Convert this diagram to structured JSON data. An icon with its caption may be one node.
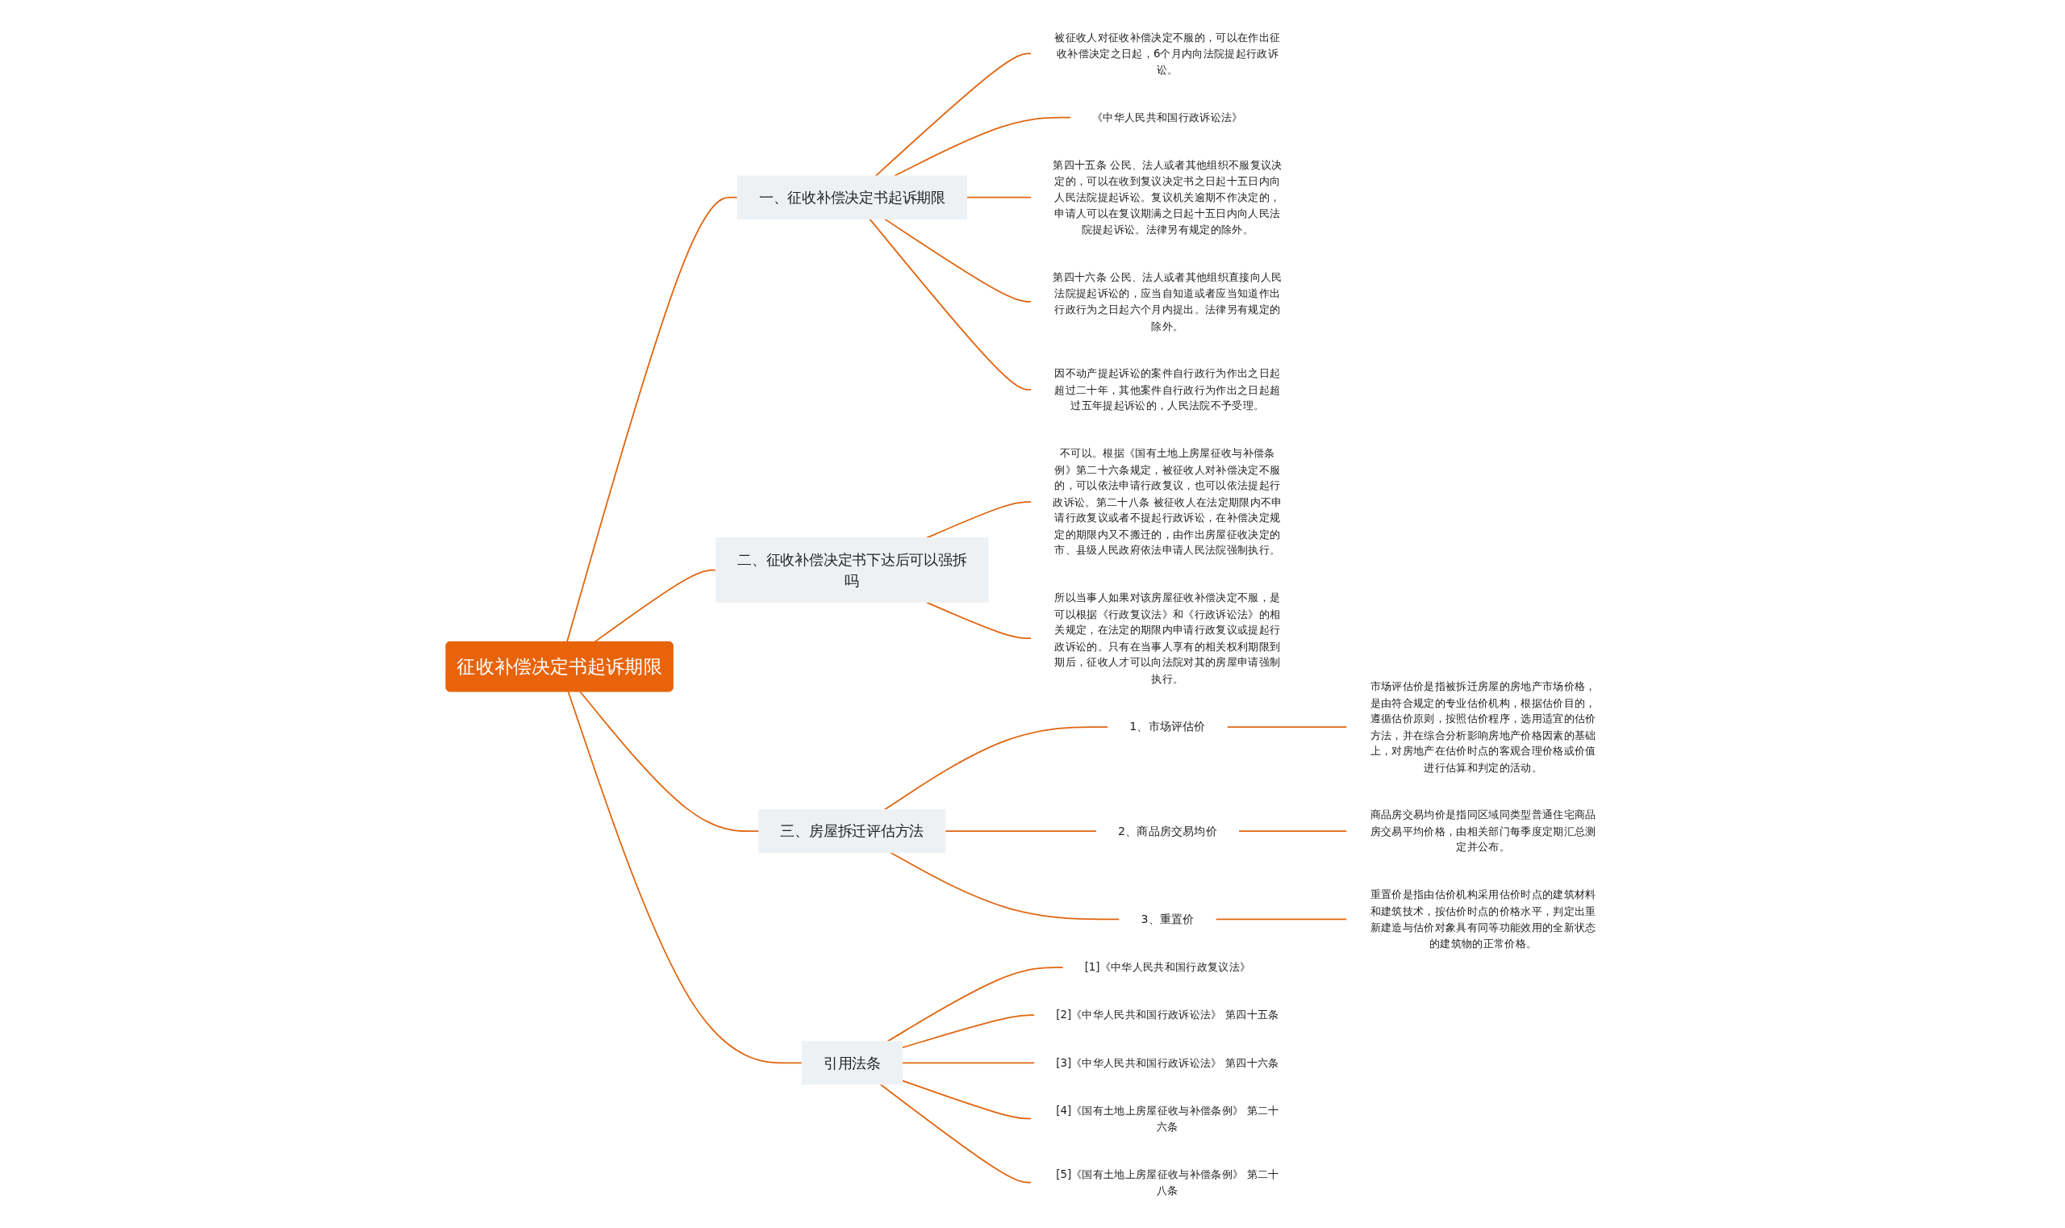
{
  "diagram": {
    "nodes": [
      {
        "text": [
          "征收补偿决定书起诉期限"
        ]
      },
      {
        "text": [
          "一、征收补偿决定书起诉期限"
        ]
      },
      {
        "text": [
          "被征收人对征收补偿决定不服的，可以在作出征收补偿决定之日起，6个月内向法院提起行政诉讼。"
        ]
      },
      {
        "text": [
          "《中华人民共和国行政诉讼法》"
        ]
      },
      {
        "text": [
          "第四十五条 公民、法人或者其他组织不服复议决定的，可以在收到复议决定书之日起十五日内向人民法院提起诉讼。复议机关逾期不作决定的，申请人可以在复议期满之日起十五日内向人民法院提起诉讼。法律另有规定的除外。"
        ]
      },
      {
        "text": [
          "第四十六条 公民、法人或者其他组织直接向人民法院提起诉讼的，应当自知道或者应当知道作出行政行为之日起六个月内提出。法律另有规定的除外。"
        ]
      },
      {
        "text": [
          "因不动产提起诉讼的案件自行政行为作出之日起超过二十年，其他案件自行政行为作出之日起超过五年提起诉讼的，人民法院不予受理。"
        ]
      },
      {
        "text": [
          "二、征收补偿决定书下达后可以强拆吗"
        ]
      },
      {
        "text": [
          "不可以。根据《国有土地上房屋征收与补偿条例》第二十六条规定，被征收人对补偿决定不服的，可以依法申请行政复议，也可以依法提起行政诉讼。第二十八条 被征收人在法定期限内不申请行政复议或者不提起行政诉讼，在补偿决定规定的期限内又不搬迁的，由作出房屋征收决定的市、县级人民政府依法申请人民法院强制执行。"
        ]
      },
      {
        "text": [
          "所以当事人如果对该房屋征收补偿决定不服，是可以根据《行政复议法》和《行政诉讼法》的相关规定，在法定的期限内申请行政复议或提起行政诉讼的。只有在当事人享有的相关权利期限到期后，征收人才可以向法院对其的房屋申请强制执行。"
        ]
      },
      {
        "text": [
          "三、房屋拆迁评估方法"
        ]
      },
      {
        "text": [
          "1、市场评估价"
        ]
      },
      {
        "text": [
          "市场评估价是指被拆迁房屋的房地产市场价格，是由符合规定的专业估价机构，根据估价目的，遵循估价原则，按照估价程序，选用适宜的估价方法，并在综合分析影响房地产价格因素的基础上，对房地产在估价时点的客观合理价格或价值进行估算和判定的活动。"
        ]
      },
      {
        "text": [
          "2、商品房交易均价"
        ]
      },
      {
        "text": [
          "商品房交易均价是指同区域同类型普通住宅商品房交易平均价格，由相关部门每季度定期汇总测定并公布。"
        ]
      },
      {
        "text": [
          "3、重置价"
        ]
      },
      {
        "text": [
          "重置价是指由估价机构采用估价时点的建筑材料和建筑技术，按估价时点的价格水平，判定出重新建造与估价对象具有同等功能效用的全新状态的建筑物的正常价格。"
        ]
      },
      {
        "text": [
          "引用法条"
        ]
      },
      {
        "text": [
          "[1]《中华人民共和国行政复议法》"
        ]
      },
      {
        "text": [
          "[2]《中华人民共和国行政诉讼法》 第四十五条"
        ]
      },
      {
        "text": [
          "[3]《中华人民共和国行政诉讼法》 第四十六条"
        ]
      },
      {
        "text": [
          "[4]《国有土地上房屋征收与补偿条例》 第二十六条"
        ]
      },
      {
        "text": [
          "[5]《国有土地上房屋征收与补偿条例》 第二十八条"
        ]
      }
    ],
    "edges": [
      {
        "from": 0,
        "to": 1,
        "arrow": "none"
      },
      {
        "from": 1,
        "to": 2,
        "arrow": "none"
      },
      {
        "from": 1,
        "to": 3,
        "arrow": "none"
      },
      {
        "from": 1,
        "to": 4,
        "arrow": "none"
      },
      {
        "from": 1,
        "to": 5,
        "arrow": "none"
      },
      {
        "from": 1,
        "to": 6,
        "arrow": "none"
      },
      {
        "from": 0,
        "to": 7,
        "arrow": "none"
      },
      {
        "from": 7,
        "to": 8,
        "arrow": "none"
      },
      {
        "from": 7,
        "to": 9,
        "arrow": "none"
      },
      {
        "from": 0,
        "to": 10,
        "arrow": "none"
      },
      {
        "from": 10,
        "to": 11,
        "arrow": "none"
      },
      {
        "from": 11,
        "to": 12,
        "arrow": "none"
      },
      {
        "from": 10,
        "to": 13,
        "arrow": "none"
      },
      {
        "from": 13,
        "to": 14,
        "arrow": "none"
      },
      {
        "from": 10,
        "to": 15,
        "arrow": "none"
      },
      {
        "from": 15,
        "to": 16,
        "arrow": "none"
      },
      {
        "from": 0,
        "to": 17,
        "arrow": "none"
      },
      {
        "from": 17,
        "to": 18,
        "arrow": "none"
      },
      {
        "from": 17,
        "to": 19,
        "arrow": "none"
      },
      {
        "from": 17,
        "to": 20,
        "arrow": "none"
      },
      {
        "from": 17,
        "to": 21,
        "arrow": "none"
      },
      {
        "from": 17,
        "to": 22,
        "arrow": "none"
      }
    ]
  }
}
